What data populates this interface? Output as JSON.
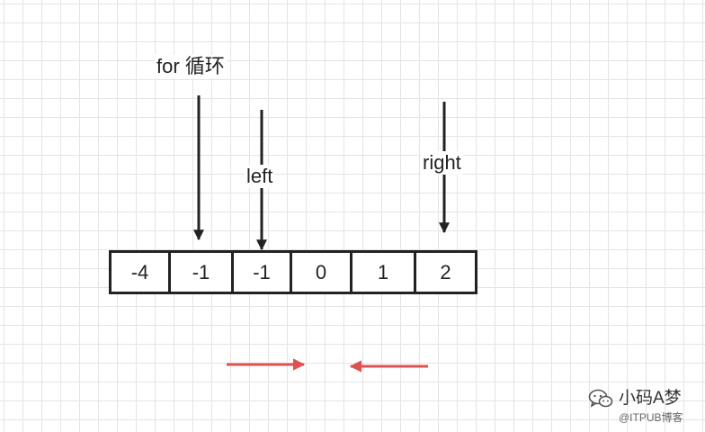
{
  "labels": {
    "for_loop": "for 循环",
    "left": "left",
    "right": "right"
  },
  "array": {
    "cells": [
      "-4",
      "-1",
      "-1",
      "0",
      "1",
      "2"
    ]
  },
  "movement": {
    "left_arrow_direction": "right",
    "right_arrow_direction": "left",
    "color": "#e05050"
  },
  "pointers": {
    "for_loop_index": 1,
    "left_index": 2,
    "right_index": 5,
    "color": "#222222"
  },
  "watermark": {
    "icon": "wechat-icon",
    "name": "小码A梦",
    "source": "@ITPUB博客"
  },
  "colors": {
    "grid": "#e4e4e4",
    "outline": "#222222",
    "accent": "#e05050"
  }
}
